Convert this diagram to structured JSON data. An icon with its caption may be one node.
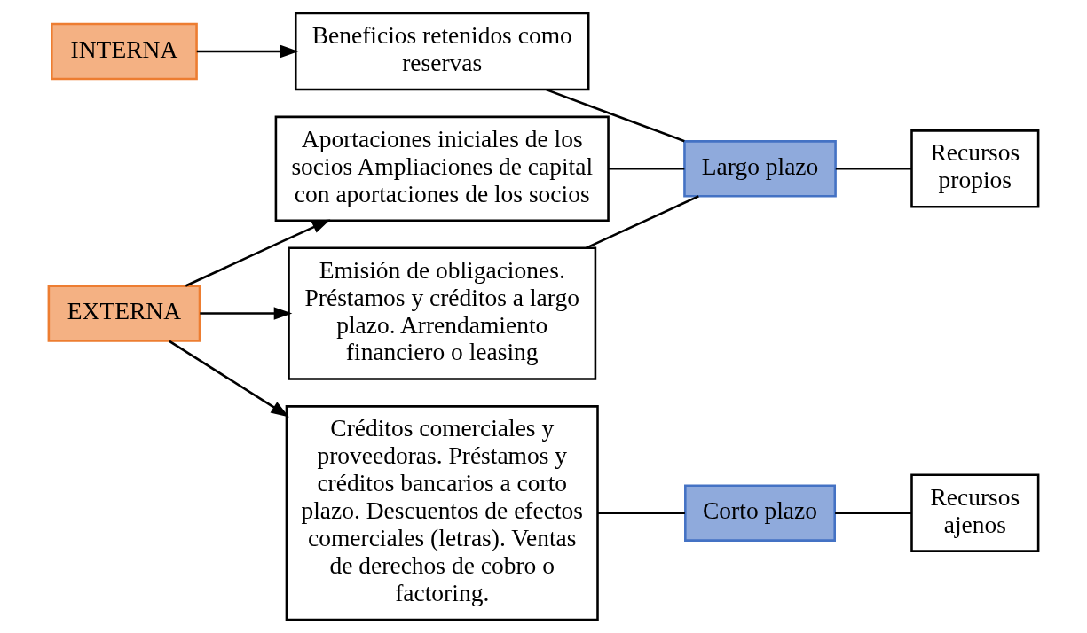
{
  "diagram": {
    "nodes": [
      {
        "text": [
          "INTERNA"
        ]
      },
      {
        "text": [
          "Beneficios retenidos como reservas"
        ]
      },
      {
        "text": [
          "EXTERNA"
        ]
      },
      {
        "text": [
          "Aportaciones iniciales de los socios Ampliaciones de capital con aportaciones de los socios"
        ]
      },
      {
        "text": [
          "Emisión de obligaciones. Préstamos y créditos a largo plazo. Arrendamiento financiero o leasing"
        ]
      },
      {
        "text": [
          "Créditos comerciales y proveedoras. Préstamos y créditos bancarios a corto plazo. Descuentos de efectos comerciales (letras). Ventas de derechos de cobro o factoring."
        ]
      },
      {
        "text": [
          "Largo plazo"
        ]
      },
      {
        "text": [
          "Corto plazo"
        ]
      },
      {
        "text": [
          "Recursos propios"
        ]
      },
      {
        "text": [
          "Recursos ajenos"
        ]
      }
    ],
    "edges": [
      {
        "from": 0,
        "to": 1,
        "arrow": "to"
      },
      {
        "from": 2,
        "to": 3,
        "arrow": "to"
      },
      {
        "from": 2,
        "to": 4,
        "arrow": "to"
      },
      {
        "from": 2,
        "to": 5,
        "arrow": "to"
      },
      {
        "from": 1,
        "to": 6,
        "arrow": "none"
      },
      {
        "from": 3,
        "to": 6,
        "arrow": "none"
      },
      {
        "from": 4,
        "to": 6,
        "arrow": "none"
      },
      {
        "from": 5,
        "to": 7,
        "arrow": "none"
      },
      {
        "from": 6,
        "to": 8,
        "arrow": "none"
      },
      {
        "from": 7,
        "to": 9,
        "arrow": "none"
      }
    ]
  }
}
